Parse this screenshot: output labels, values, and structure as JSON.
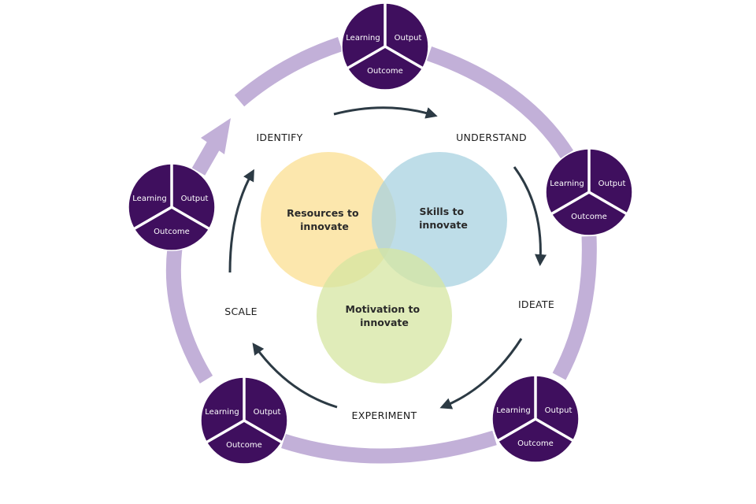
{
  "stages": [
    {
      "id": "identify",
      "label": "IDENTIFY"
    },
    {
      "id": "understand",
      "label": "UNDERSTAND"
    },
    {
      "id": "ideate",
      "label": "IDEATE"
    },
    {
      "id": "experiment",
      "label": "EXPERIMENT"
    },
    {
      "id": "scale",
      "label": "SCALE"
    }
  ],
  "venn": {
    "resources": [
      "Resources to",
      "innovate"
    ],
    "skills": [
      "Skills to",
      "innovate"
    ],
    "motivation": [
      "Motivation to",
      "innovate"
    ]
  },
  "node_segments": {
    "learning": "Learning",
    "output": "Output",
    "outcome": "Outcome"
  },
  "colors": {
    "ring": "#c2b0d8",
    "node": "#3f0f5e",
    "arrow": "#2c3a44",
    "resources": "#fbe39f",
    "skills": "#a8d2e0",
    "motivation": "#d6e6a2"
  }
}
